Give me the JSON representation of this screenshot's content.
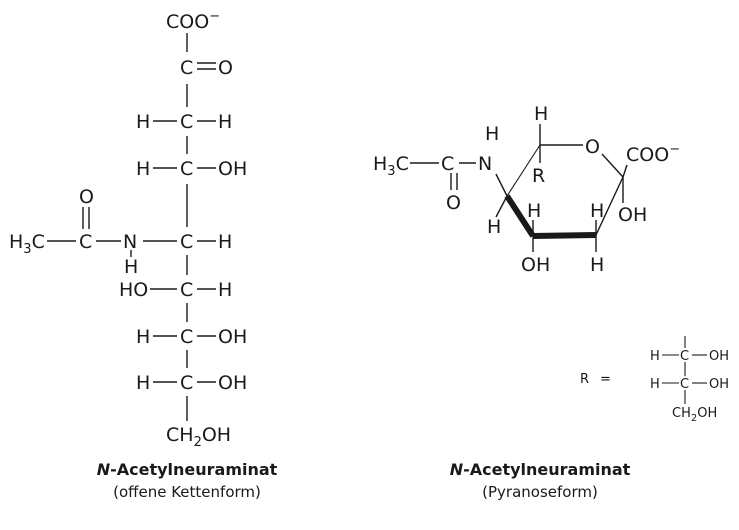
{
  "open_chain": {
    "atoms": {
      "coo": "COO",
      "coo_charge": "−",
      "c_keto": "C",
      "o_keto": "O",
      "h": "H",
      "c": "C",
      "oh": "OH",
      "ho": "HO",
      "o_acetyl": "O",
      "h3": "H",
      "h3_sub": "3",
      "n": "N",
      "ch": "CH",
      "ch_sub": "2",
      "ch_tail": "OH"
    },
    "caption_italic": "N",
    "caption_rest": "-Acetylneuraminat",
    "caption_sub": "(offene Kettenform)"
  },
  "pyranose": {
    "atoms": {
      "h": "H",
      "o_ring": "O",
      "coo": "COO",
      "coo_charge": "−",
      "n": "N",
      "r": "R",
      "oh": "OH",
      "c": "C",
      "o_acetyl": "O",
      "h3": "H",
      "h3_sub": "3"
    },
    "caption_italic": "N",
    "caption_rest": "-Acetylneuraminat",
    "caption_sub": "(Pyranoseform)"
  },
  "r_group": {
    "r_label": "R",
    "equals": "=",
    "h": "H",
    "c": "C",
    "oh": "OH",
    "ch": "CH",
    "ch_sub": "2",
    "ch_tail": "OH"
  }
}
